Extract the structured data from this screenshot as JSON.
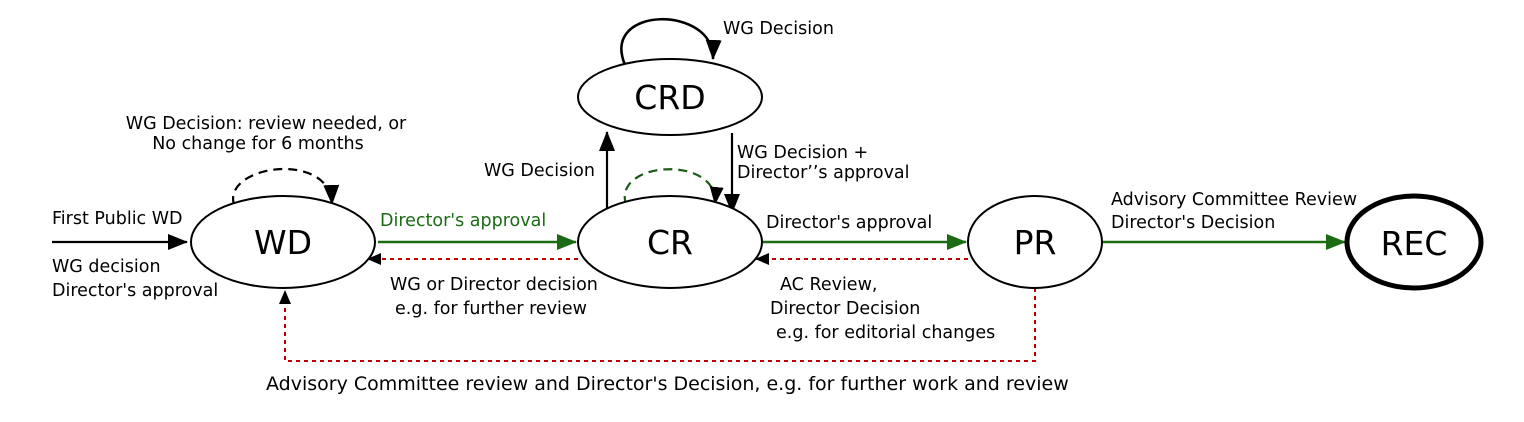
{
  "colors": {
    "black": "#000000",
    "green": "#1a6b14",
    "red_dotted": "#c00000",
    "dark_green_dashed": "#1a5a14"
  },
  "nodes": {
    "wd": "WD",
    "cr": "CR",
    "crd": "CRD",
    "pr": "PR",
    "rec": "REC"
  },
  "edges": {
    "entry": {
      "line1": "First Public WD",
      "line2": "WG decision",
      "line3": "Director's approval"
    },
    "wd_loop": {
      "line1": "WG Decision: review needed, or",
      "line2": "No change for 6 months"
    },
    "wd_to_cr": "Director's approval",
    "cr_to_wd": {
      "line1": "WG or Director decision",
      "line2": "e.g. for further review"
    },
    "cr_to_crd": "WG Decision",
    "crd_loop": "WG Decision",
    "crd_to_cr": {
      "line1": "WG Decision +",
      "line2": "Director’’s approval"
    },
    "cr_to_pr": "Director's approval",
    "pr_to_cr": {
      "line1": "AC Review,",
      "line2": "Director Decision",
      "line3": "e.g. for editorial changes"
    },
    "pr_to_rec": {
      "line1": "Advisory Committee Review",
      "line2": "Director's Decision"
    },
    "pr_to_wd": "Advisory Committee review and Director's Decision, e.g. for further work and review"
  }
}
